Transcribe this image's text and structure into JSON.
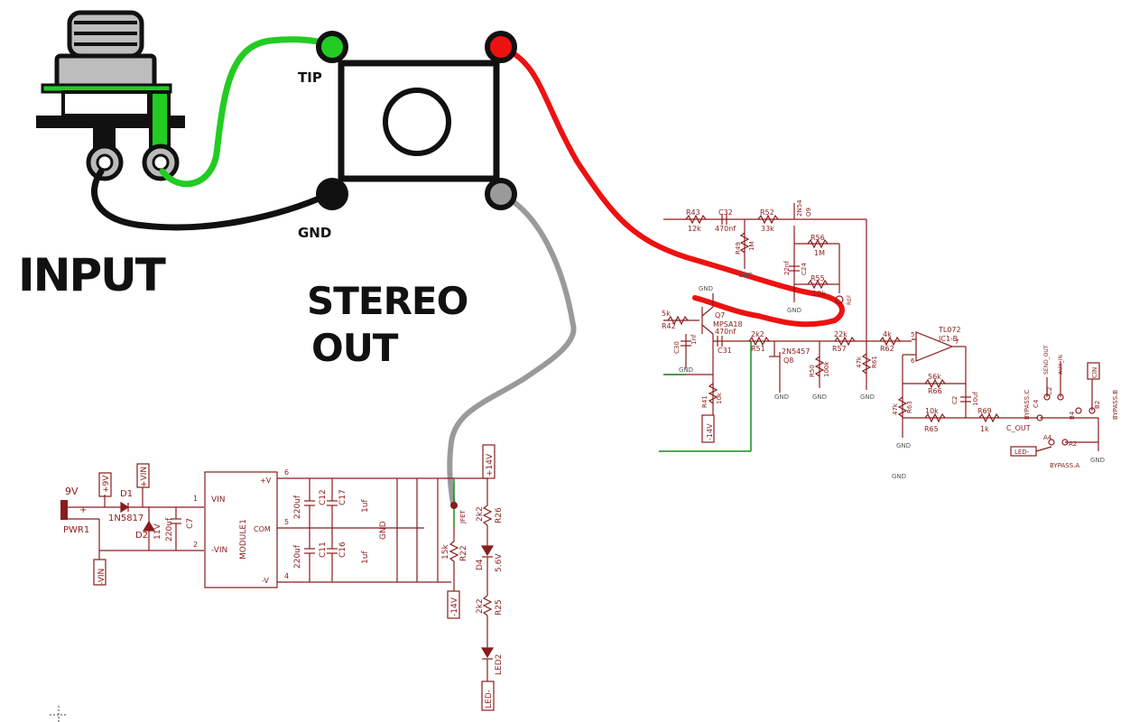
{
  "wiring": {
    "input_title": "INPUT",
    "stereo_title": "STEREO",
    "out_title": "OUT",
    "tip_label": "TIP",
    "gnd_label": "GND"
  },
  "colors": {
    "tip_wire": "#22cc22",
    "ring_wire": "#ee1111",
    "gnd_wire": "#111111",
    "sleeve_wire": "#9a9a9a",
    "schematic_line": "#8a1c1c",
    "schematic_net": "#1a8a1a"
  },
  "power": {
    "v9": "9V",
    "plus": "+",
    "pwr": "PWR1",
    "p9v": "+9V",
    "d1": "D1",
    "d1_part": "1N5817",
    "vin_plus": "+VIN",
    "d2": "D2",
    "d2_val": "11V",
    "c220": "220uf",
    "c7": "C7",
    "minus_vin": "-VIN",
    "pin1": "1",
    "pin2": "2",
    "vin": "VIN",
    "neg_vin": "-VIN",
    "module": "MODULE1",
    "pv": "+V",
    "com": "COM",
    "nv": "-V",
    "pin6": "6",
    "pin5": "5",
    "pin4": "4",
    "c12_val": "220uf",
    "c12": "C12",
    "c17": "C17",
    "c17_val": "1uf",
    "c11_val": "220uf",
    "c11": "C11",
    "c16": "C16",
    "c16_val": "1uf",
    "gnd": "GND",
    "r22": "R22",
    "r22_val": "15k",
    "jfet": "JFET",
    "r26": "R26",
    "r26_val": "2k2",
    "d4": "D4",
    "d4_val": "5.6V",
    "r25": "R25",
    "r25_val": "2k2",
    "led2": "LED2",
    "p14v": "+14V",
    "m14v": "-14V",
    "led_minus": "LED-"
  },
  "signal": {
    "r43": "R43",
    "r43_val": "12k",
    "c32": "C32",
    "c32_val": "470nf",
    "r52": "R52",
    "r52_val": "33k",
    "q9": "Q9",
    "q9_part": "2N54",
    "r49": "R49",
    "r49_val": "1M",
    "r56": "R56",
    "r56_val": "1M",
    "c24": "C24",
    "c24_val": "22nf",
    "r55": "R55",
    "r55_val": "10k",
    "gnd": "GND",
    "q7": "Q7",
    "q7_part": "MPSA18",
    "r42": "R42",
    "r42_val": "5k",
    "c30": "C30",
    "c30_val": "1nf",
    "c31": "C31",
    "c31_val": "470nf",
    "r51": "R51",
    "r51_val": "2k2",
    "q8": "Q8",
    "q8_part": "2N5457",
    "r50": "R50",
    "r50_val": "100k",
    "r57": "R57",
    "r57_val": "22k",
    "r61": "R61",
    "r61_val": "47k",
    "r62": "R62",
    "r62_val": "4k",
    "r41": "R41",
    "r41_val": "10k",
    "m14v": "-14V",
    "ic": "TL072",
    "ic_unit": "IC1-B",
    "pin5": "5",
    "pin6": "6",
    "pin7": "7",
    "r66": "R66",
    "r66_val": "56k",
    "r63": "R63",
    "r63_val": "47k",
    "r65": "R65",
    "r65_val": "10k",
    "c2": "C2",
    "c2_val": "10uf",
    "r69": "R69",
    "r69_val": "1k",
    "c_out": "C_OUT",
    "bypass_c": "BYPASS.C",
    "bypass_b": "BYPASS.B",
    "bypass_a": "BYPASS.A",
    "c4": "C4",
    "c2b": "C2",
    "b4": "B4",
    "b2": "B2",
    "a4": "A4",
    "a2": "A2",
    "cin": "CIN",
    "led_minus": "LED-",
    "gnd_label": "GND",
    "out_label": "AUX_IN",
    "out2_label": "SEND_OUT",
    "ref": "REF"
  }
}
